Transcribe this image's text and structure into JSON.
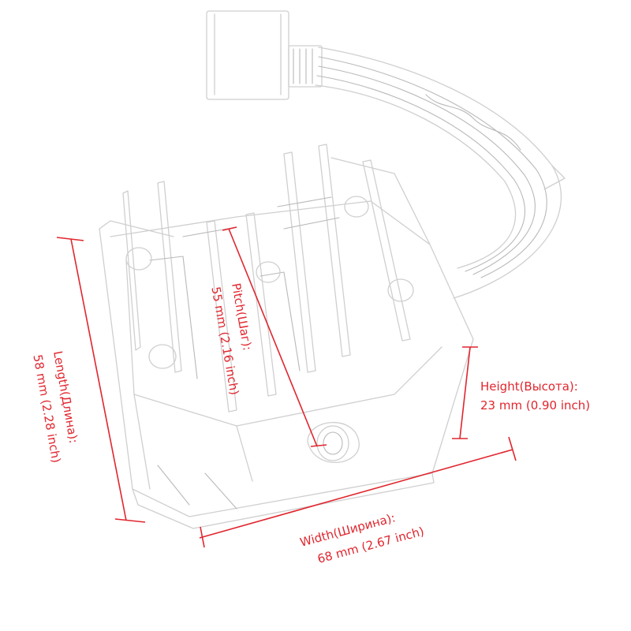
{
  "dimensions": {
    "length": {
      "title": "Length(Длина):",
      "value": "58 mm (2.28 inch)"
    },
    "pitch": {
      "title": "Pitch(Шаг):",
      "value": "55 mm (2.16 inch)"
    },
    "height": {
      "title": "Height(Высота):",
      "value": "23 mm (0.90 inch)"
    },
    "width": {
      "title": "Width(Ширина):",
      "value": "68 mm (2.67 inch)"
    }
  },
  "colors": {
    "annotation": "#e0262e",
    "sketch": "#cfcfcf",
    "background": "#ffffff"
  }
}
